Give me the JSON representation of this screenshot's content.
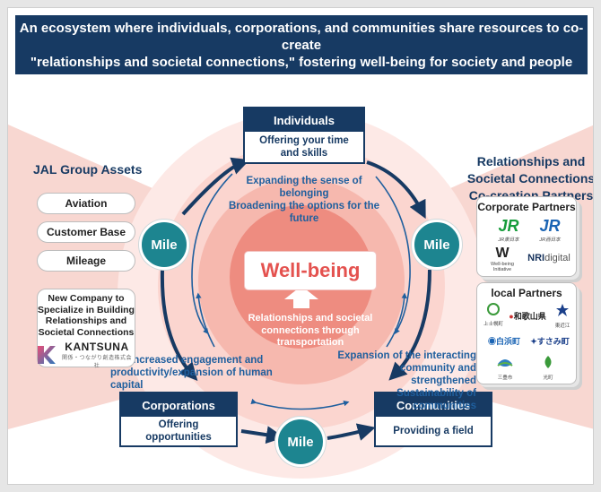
{
  "banner": {
    "line1": "An ecosystem where individuals, corporations, and communities share resources to co-create",
    "line2": "\"relationships and societal connections,\" fostering well-being for society and people"
  },
  "individuals": {
    "title": "Individuals",
    "desc1": "Offering your time",
    "desc2": "and skills"
  },
  "corporations": {
    "title": "Corporations",
    "desc1": "Offering",
    "desc2": "opportunities"
  },
  "communities": {
    "title": "Communities",
    "desc1": "Providing a field"
  },
  "mile_label": "Mile",
  "labels": {
    "top1": "Expanding the sense of belonging",
    "top2": "Broadening the options for the future",
    "left1": "Increased engagement and",
    "left2": "productivity/expansion of human capital",
    "right1": "Expansion of the interacting",
    "right2": "community and strengthened",
    "right3": "Sustainability of communities"
  },
  "center": {
    "wellbeing": "Well-being",
    "sub1": "Relationships and societal",
    "sub2": "connections through",
    "sub3": "transportation"
  },
  "assets": {
    "title": "JAL Group Assets",
    "items": [
      "Aviation",
      "Customer Base",
      "Mileage"
    ],
    "newco1": "New Company to",
    "newco2": "Specialize in Building",
    "newco3": "Relationships and",
    "newco4": "Societal Connections",
    "kantsuna": "KANTSUNA",
    "kantsuna_sub": "関係・つながり創造株式会社"
  },
  "partners": {
    "title1": "Relationships and",
    "title2": "Societal Connections",
    "title3": "Co-creation Partners",
    "corporate_title": "Corporate Partners",
    "jr_east": "JR",
    "jr_east_sub": "JR東日本",
    "jr_west": "JR",
    "jr_west_sub": "JR西日本",
    "well_being": "W",
    "well_being_sub": "Well-being Initiative",
    "nri": "NRI",
    "nri_digital": "digital",
    "local_title": "local Partners",
    "local": [
      "上士幌町",
      "和歌山県",
      "東近江",
      "白浜町",
      "すさみ町",
      "三豊市",
      "光町"
    ]
  },
  "colors": {
    "navy": "#173a63",
    "teal": "#1d8590",
    "blue_text": "#1f5f9e",
    "red": "#e4524f",
    "pink": "#f6c9c2"
  }
}
